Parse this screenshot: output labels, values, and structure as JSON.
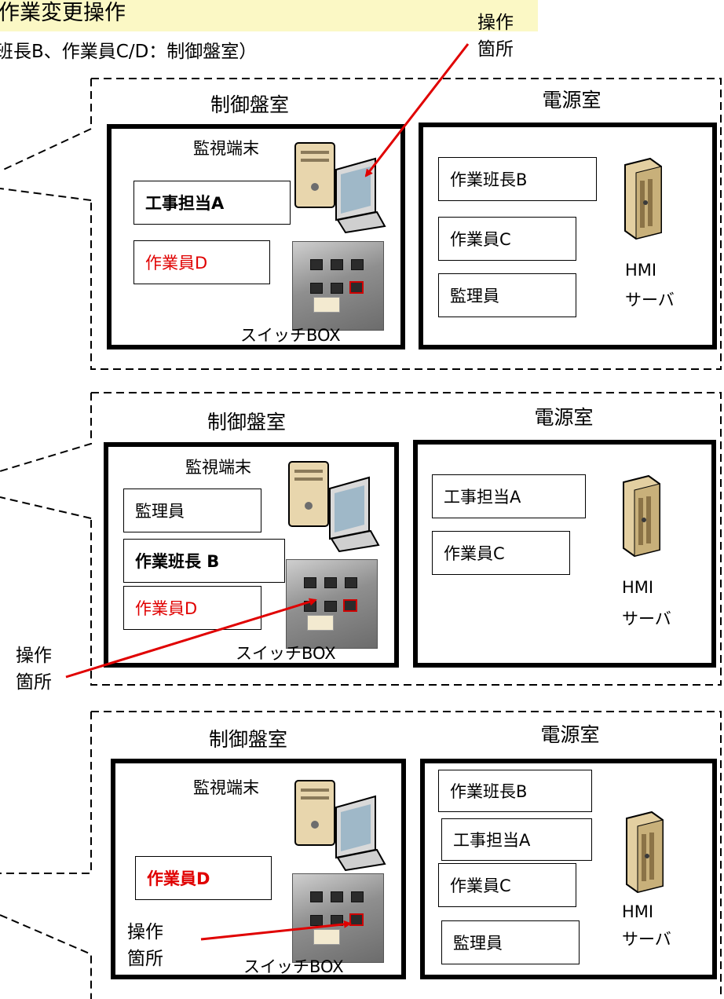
{
  "header": {
    "title": "作業変更操作",
    "subtitle": "班長B、作業員C/D：制御盤室）"
  },
  "callouts": {
    "op_top": "操作箇所",
    "op_mid": "操作箇所",
    "op_bottom": "操作箇所"
  },
  "panels": [
    {
      "control_room": {
        "title": "制御盤室",
        "terminal_label": "監視端末",
        "switch_label": "スイッチBOX",
        "people": [
          {
            "label": "工事担当A",
            "style": "bold"
          },
          {
            "label": "作業員D",
            "style": "red"
          }
        ]
      },
      "power_room": {
        "title": "電源室",
        "server_label_1": "HMI",
        "server_label_2": "サーバ",
        "people": [
          {
            "label": "作業班長B"
          },
          {
            "label": "作業員C"
          },
          {
            "label": "監理員"
          }
        ]
      }
    },
    {
      "control_room": {
        "title": "制御盤室",
        "terminal_label": "監視端末",
        "switch_label": "スイッチBOX",
        "people": [
          {
            "label": "監理員",
            "style": "normal"
          },
          {
            "label": "作業班長 B",
            "style": "bold"
          },
          {
            "label": "作業員D",
            "style": "red"
          }
        ]
      },
      "power_room": {
        "title": "電源室",
        "server_label_1": "HMI",
        "server_label_2": "サーバ",
        "people": [
          {
            "label": "工事担当A"
          },
          {
            "label": "作業員C"
          }
        ]
      }
    },
    {
      "control_room": {
        "title": "制御盤室",
        "terminal_label": "監視端末",
        "switch_label": "スイッチBOX",
        "people": [
          {
            "label": "作業員D",
            "style": "red-bold"
          }
        ]
      },
      "power_room": {
        "title": "電源室",
        "server_label_1": "HMI",
        "server_label_2": "サーバ",
        "people": [
          {
            "label": "作業班長B"
          },
          {
            "label": "工事担当A"
          },
          {
            "label": "作業員C"
          },
          {
            "label": "監理員"
          }
        ]
      }
    }
  ],
  "colors": {
    "highlight": "#fbf8c5",
    "accent_red": "#e00000",
    "room_border": "#000000"
  }
}
